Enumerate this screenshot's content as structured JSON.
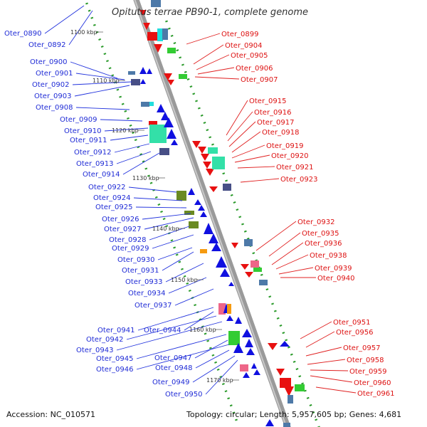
{
  "title": "Opitutus terrae PB90-1, complete genome",
  "accession": "Accession: NC_010571",
  "summary": "Topology: circular; Length: 5,957,605 bp; Genes: 4,681",
  "scale_labels": [
    "1100 kbp",
    "1110 kbp",
    "1120 kbp",
    "1130 kbp",
    "1140 kbp",
    "1150 kbp",
    "1160 kbp",
    "1170 kbp"
  ],
  "left_genes": [
    "Oter_0890",
    "Oter_0892",
    "Oter_0900",
    "Oter_0901",
    "Oter_0902",
    "Oter_0903",
    "Oter_0908",
    "Oter_0909",
    "Oter_0910",
    "Oter_0911",
    "Oter_0912",
    "Oter_0913",
    "Oter_0914",
    "Oter_0922",
    "Oter_0924",
    "Oter_0925",
    "Oter_0926",
    "Oter_0927",
    "Oter_0928",
    "Oter_0929",
    "Oter_0930",
    "Oter_0931",
    "Oter_0933",
    "Oter_0934",
    "Oter_0937",
    "Oter_0941",
    "Oter_0944",
    "Oter_0942",
    "Oter_0943",
    "Oter_0945",
    "Oter_0947",
    "Oter_0946",
    "Oter_0948",
    "Oter_0949",
    "Oter_0950"
  ],
  "right_genes": [
    "Oter_0899",
    "Oter_0904",
    "Oter_0905",
    "Oter_0906",
    "Oter_0907",
    "Oter_0915",
    "Oter_0916",
    "Oter_0917",
    "Oter_0918",
    "Oter_0919",
    "Oter_0920",
    "Oter_0921",
    "Oter_0923",
    "Oter_0932",
    "Oter_0935",
    "Oter_0936",
    "Oter_0938",
    "Oter_0939",
    "Oter_0940",
    "Oter_0951",
    "Oter_0956",
    "Oter_0957",
    "Oter_0958",
    "Oter_0959",
    "Oter_0960",
    "Oter_0961"
  ],
  "colors": {
    "forward_strand": "#1010e0",
    "reverse_strand": "#e81010",
    "left_label": "#1f2bd6",
    "right_label": "#dd1111",
    "backbone": "#8a8a8a",
    "tick": "#2a9a2a",
    "feature_cyan": "#22dddd",
    "feature_teal": "#33e0a8",
    "feature_green": "#33cc33",
    "feature_olive": "#6a8a22",
    "feature_slate": "#474f86",
    "feature_steel": "#4d79a8",
    "feature_pink": "#ee6688",
    "feature_orange": "#f59a10"
  }
}
